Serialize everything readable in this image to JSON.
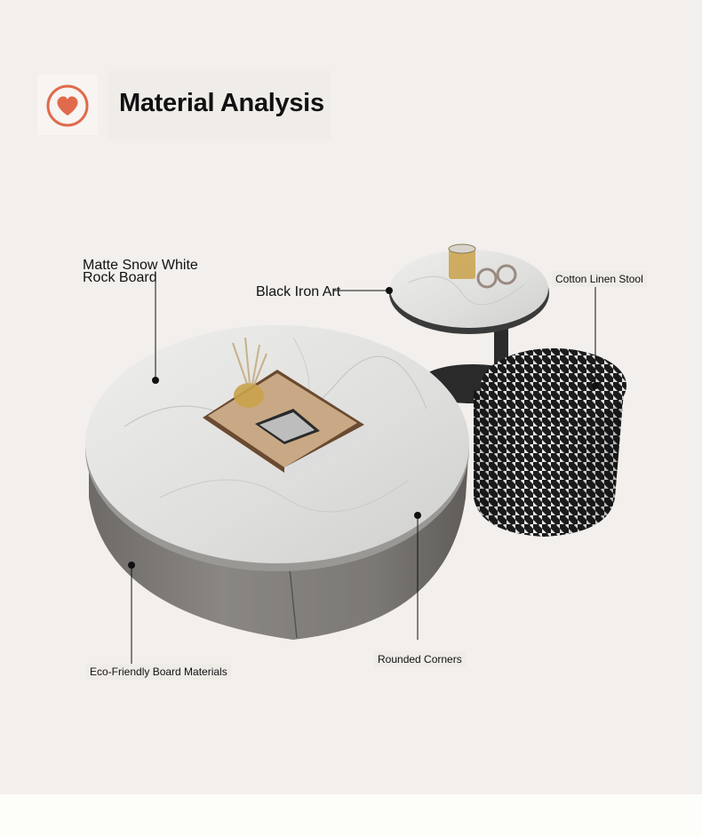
{
  "header": {
    "title": "Material Analysis",
    "icon": "heart-icon",
    "accent": "#e06a4c"
  },
  "labels": {
    "top_board_line1": "Matte Snow White",
    "top_board_line2": "Rock Board",
    "iron": "Black Iron Art",
    "stool": "Cotton Linen Stool",
    "eco": "Eco-Friendly Board Materials",
    "corners": "Rounded Corners"
  }
}
